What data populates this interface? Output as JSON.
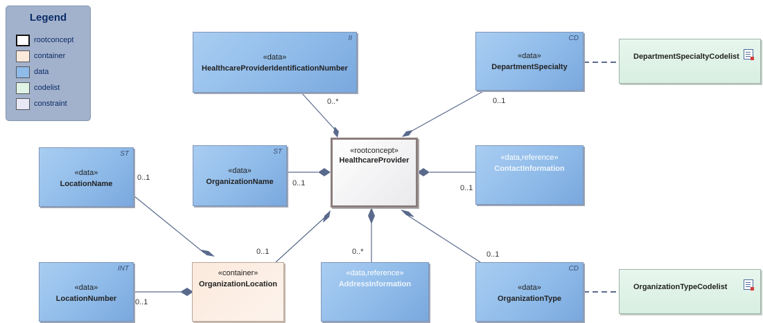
{
  "legend": {
    "title": "Legend",
    "items": [
      {
        "label": "rootconcept",
        "color": "#ffffff"
      },
      {
        "label": "container",
        "color": "#fbe9dc"
      },
      {
        "label": "data",
        "color": "#8fbbe9"
      },
      {
        "label": "codelist",
        "color": "#dff3e6"
      },
      {
        "label": "constraint",
        "color": "#e9e8f7"
      }
    ]
  },
  "nodes": {
    "identification": {
      "stereotype": "«data»",
      "name": "HealthcareProviderIdentificationNumber",
      "tag": "II"
    },
    "department": {
      "stereotype": "«data»",
      "name": "DepartmentSpecialty",
      "tag": "CD"
    },
    "department_codelist": {
      "name": "DepartmentSpecialtyCodelist"
    },
    "location_name": {
      "stereotype": "«data»",
      "name": "LocationName",
      "tag": "ST"
    },
    "organization_name": {
      "stereotype": "«data»",
      "name": "OrganizationName",
      "tag": "ST"
    },
    "provider": {
      "stereotype": "«rootconcept»",
      "name": "HealthcareProvider"
    },
    "contact": {
      "stereotype": "«data,reference»",
      "name": "ContactInformation"
    },
    "location_number": {
      "stereotype": "«data»",
      "name": "LocationNumber",
      "tag": "INT"
    },
    "org_location": {
      "stereotype": "«container»",
      "name": "OrganizationLocation"
    },
    "address": {
      "stereotype": "«data,reference»",
      "name": "AddressInformation"
    },
    "org_type": {
      "stereotype": "«data»",
      "name": "OrganizationType",
      "tag": "CD"
    },
    "org_type_codelist": {
      "name": "OrganizationTypeCodelist"
    }
  },
  "multiplicities": {
    "identification": "0..*",
    "department": "0..1",
    "location_name": "0..1",
    "organization_name": "0..1",
    "contact": "0..1",
    "org_location": "0..1",
    "address": "0..*",
    "org_type": "0..1",
    "location_number": "0..1"
  },
  "colors": {
    "connector": "#5a6a8c",
    "diamond": "#5a6a8c"
  }
}
